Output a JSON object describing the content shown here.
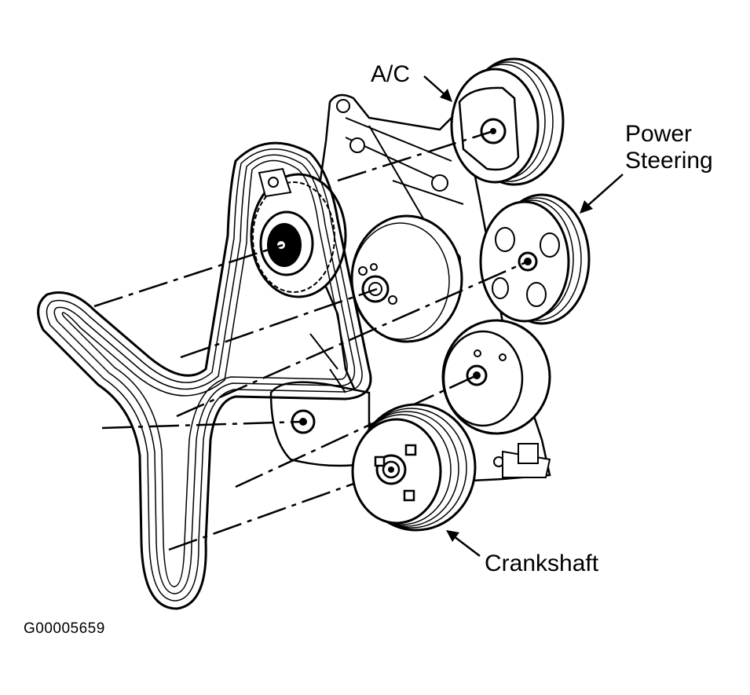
{
  "labels": {
    "ac": "A/C",
    "power_steering_line1": "Power",
    "power_steering_line2": "Steering",
    "crankshaft": "Crankshaft"
  },
  "figure_id": "G00005659"
}
